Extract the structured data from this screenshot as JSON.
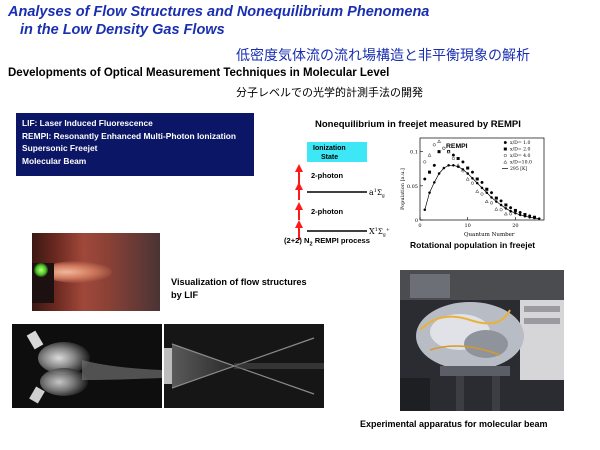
{
  "slide": {
    "title_line1": "Analyses of Flow Structures and Nonequilibrium Phenomena",
    "title_line2": "in the Low Density Gas Flows",
    "title_jp": "低密度気体流の流れ場構造と非平衡現象の解析",
    "subtitle_en": "Developments of Optical Measurement Techniques in Molecular Level",
    "subtitle_jp": "分子レベルでの光学的計測手法の開発",
    "title_color": "#1a2fb0"
  },
  "glossary": {
    "lines": [
      "LIF: Laser Induced Fluorescence",
      "REMPI: Resonantly Enhanced Multi-Photon Ionization",
      "Supersonic Freejet",
      "Molecular Beam"
    ],
    "background": "#0b1766"
  },
  "rempi_section": {
    "title": "Nonequilibrium in freejet measured by REMPI",
    "ionization_label_1": "Ionization",
    "ionization_label_2": "State",
    "photon_label_upper": "2-photon",
    "photon_label_lower": "2-photon",
    "state_upper": "a",
    "state_lower": "X",
    "process_caption_prefix": "(2+2) N",
    "process_caption_sub": "2",
    "process_caption_suffix": " REMPI process",
    "arrow_color": "#ff1a1a",
    "ionization_color": "#3ee7f5"
  },
  "chart_data": {
    "type": "scatter",
    "title": "REMPI",
    "xlabel": "Quantum Number",
    "ylabel": "Population [a.u.]",
    "ytick_labels": [
      "0.1",
      "0.05",
      "0"
    ],
    "xtick_labels": [
      "0",
      "10",
      "20"
    ],
    "xlim": [
      0,
      26
    ],
    "ylim": [
      0,
      0.12
    ],
    "legend": [
      "x/D= 1.0",
      "x/D= 2.0",
      "x/D= 4.0",
      "x/D=10.0",
      "295 [K]"
    ],
    "legend_placement": "top-right",
    "series": [
      {
        "name": "x/D= 1.0",
        "x": [
          1,
          3,
          5,
          7,
          9,
          11,
          13,
          15,
          17,
          19,
          21,
          23
        ],
        "y": [
          0.06,
          0.08,
          0.105,
          0.095,
          0.085,
          0.07,
          0.055,
          0.04,
          0.028,
          0.018,
          0.011,
          0.006
        ]
      },
      {
        "name": "x/D= 2.0",
        "x": [
          2,
          4,
          6,
          8,
          10,
          12,
          14,
          16,
          18,
          20,
          22,
          24
        ],
        "y": [
          0.07,
          0.1,
          0.1,
          0.09,
          0.076,
          0.06,
          0.045,
          0.032,
          0.022,
          0.014,
          0.008,
          0.004
        ]
      },
      {
        "name": "x/D= 4.0",
        "x": [
          1,
          3,
          5,
          7,
          9,
          11,
          13,
          15,
          17,
          19
        ],
        "y": [
          0.085,
          0.11,
          0.105,
          0.09,
          0.072,
          0.054,
          0.038,
          0.025,
          0.015,
          0.009
        ]
      },
      {
        "name": "x/D=10.0",
        "x": [
          2,
          4,
          6,
          8,
          10,
          12,
          14,
          16,
          18
        ],
        "y": [
          0.095,
          0.115,
          0.1,
          0.08,
          0.06,
          0.042,
          0.027,
          0.016,
          0.009
        ]
      },
      {
        "name": "295 [K]",
        "x": [
          1,
          2,
          3,
          4,
          5,
          6,
          7,
          8,
          9,
          10,
          11,
          12,
          13,
          14,
          15,
          16,
          17,
          18,
          19,
          20,
          21,
          22,
          23,
          24,
          25
        ],
        "y": [
          0.015,
          0.04,
          0.055,
          0.068,
          0.076,
          0.08,
          0.08,
          0.078,
          0.074,
          0.068,
          0.061,
          0.054,
          0.047,
          0.04,
          0.033,
          0.027,
          0.022,
          0.017,
          0.013,
          0.01,
          0.0075,
          0.0055,
          0.004,
          0.003,
          0.002
        ]
      }
    ]
  },
  "captions": {
    "rotational": "Rotational population in freejet",
    "visualization_line1": "Visualization of flow structures",
    "visualization_line2": "by LIF",
    "apparatus": "Experimental apparatus for molecular beam"
  }
}
